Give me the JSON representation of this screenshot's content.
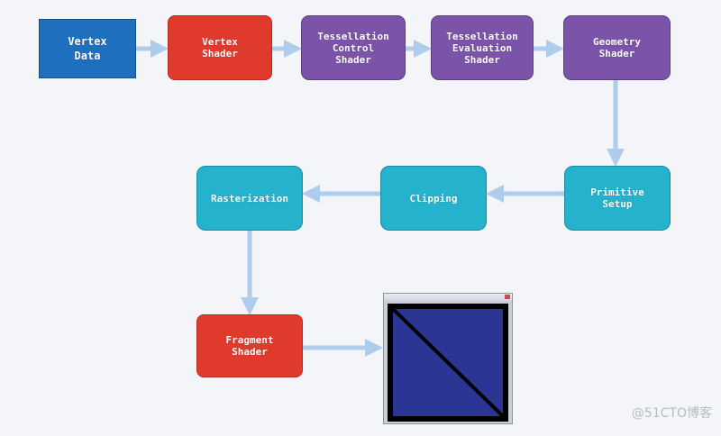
{
  "diagram": {
    "nodes": {
      "vertex_data": "Vertex\nData",
      "vertex_shader": "Vertex\nShader",
      "tess_control": "Tessellation\nControl\nShader",
      "tess_eval": "Tessellation\nEvaluation\nShader",
      "geometry": "Geometry\nShader",
      "primitive_setup": "Primitive\nSetup",
      "clipping": "Clipping",
      "rasterization": "Rasterization",
      "fragment_shader": "Fragment\nShader"
    },
    "watermark": "@51CTO博客"
  },
  "colors": {
    "vertex_data": "#1f6fbf",
    "shader_red": "#e03a2c",
    "tessellation_purple": "#7b53a8",
    "fixed_stage_teal": "#25b2cc",
    "arrow": "#aeccec",
    "output_square_fill": "#2b3594"
  }
}
